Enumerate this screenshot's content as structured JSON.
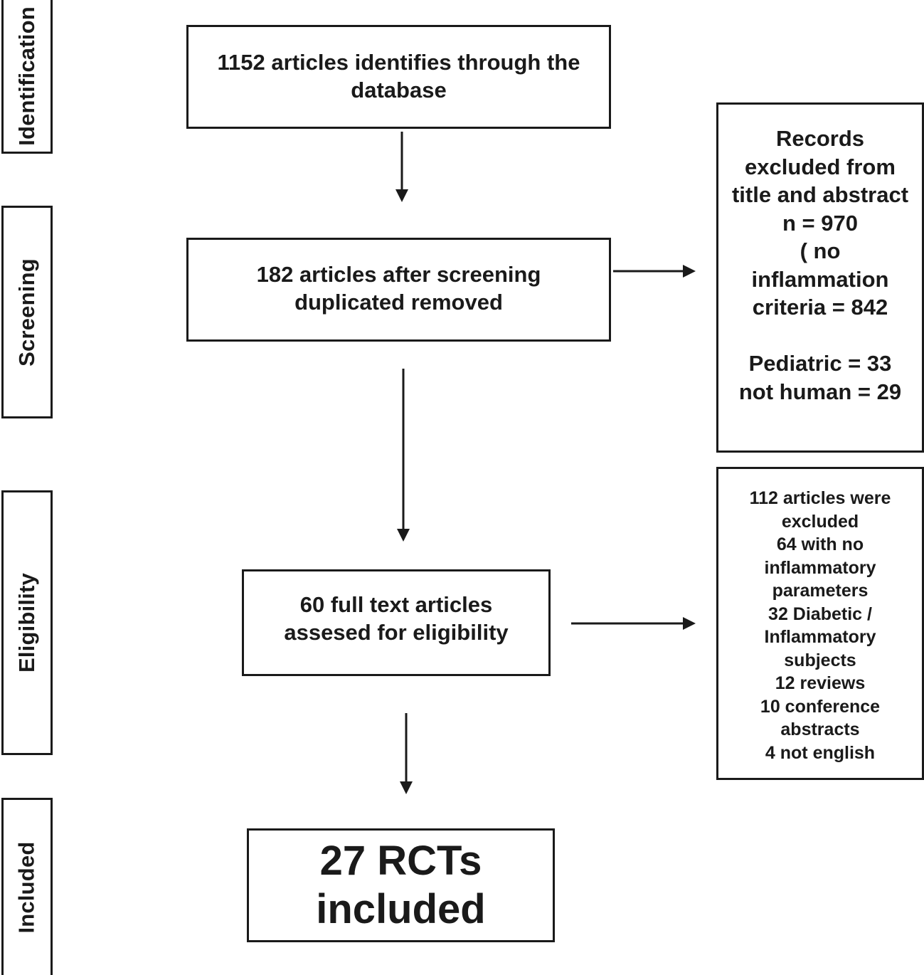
{
  "stages": {
    "identification": "Identification",
    "screening": "Screening",
    "eligibility": "Eligibility",
    "included": "Included"
  },
  "boxes": {
    "identified": "1152 articles identifies through the\ndatabase",
    "screened": "182 articles after screening\nduplicated removed",
    "full_text": "60 full text articles\nassesed for eligibility",
    "included": "27 RCTs\nincluded"
  },
  "exclusions": {
    "screening": "Records\nexcluded from\ntitle and abstract\nn = 970\n( no\ninflammation\ncriteria = 842\n\nPediatric = 33\nnot human = 29",
    "eligibility": "112 articles were\nexcluded\n64 with no\ninflammatory\nparameters\n32 Diabetic /\nInflammatory\nsubjects\n12 reviews\n10 conference\nabstracts\n4 not english"
  },
  "colors": {
    "stroke": "#1a1a1a",
    "background": "#ffffff"
  }
}
